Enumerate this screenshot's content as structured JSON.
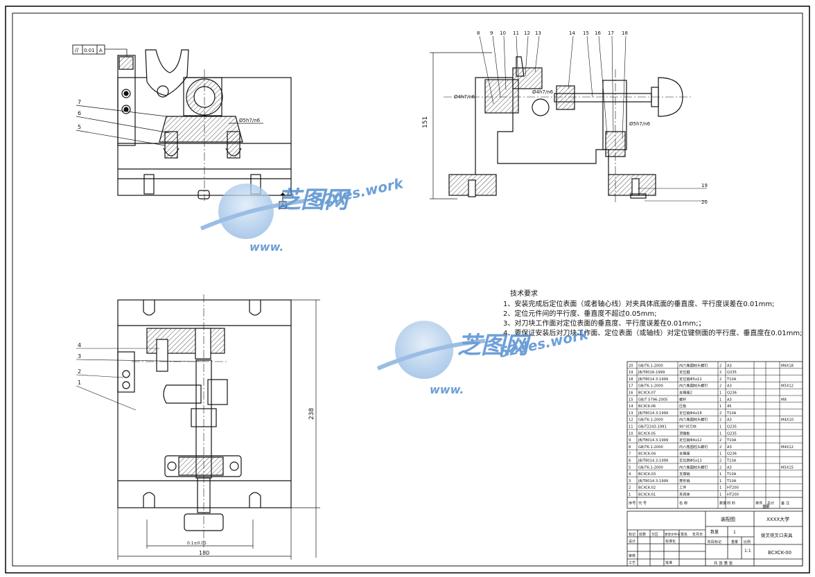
{
  "tolerance_frame": {
    "symbol": "//",
    "value": "0.01",
    "datum": "A"
  },
  "datum_label": "A",
  "dims": {
    "fit_a": "Ø5h7/n6",
    "fit_b": "Ø4h7/n6",
    "fit_c": "Ø4h7/n6",
    "fit_d": "Ø5h7/n6",
    "height": "151",
    "depth": "238",
    "width": "180",
    "slot": "0.1±0.05"
  },
  "callouts_top_view": [
    "7",
    "6",
    "5"
  ],
  "callouts_section": [
    "8",
    "9",
    "10",
    "11",
    "12",
    "13",
    "14",
    "15",
    "16",
    "17",
    "18",
    "19",
    "20"
  ],
  "callouts_plan": [
    "4",
    "3",
    "2",
    "1"
  ],
  "tech_requirements": {
    "title": "技术要求",
    "lines": [
      "1、安装完成后定位表面（或者轴心线）对夹具体底面的垂直度、平行度误差在0.01mm;",
      "2、定位元件间的平行度、垂直度不超过0.05mm;",
      "3、对刀块工作面对定位表面的垂直度、平行度误差在0.01mm;；",
      "4、要保证安装后对刀块工作面、定位表面（或轴线）对定位键侧面的平行度、垂直度在0.01mm;"
    ]
  },
  "watermark": {
    "brand": "芝图网",
    "url_top": "52des.work",
    "url_bottom": "www."
  },
  "bom": {
    "rows": [
      {
        "no": "20",
        "code": "GB/T6.1-2000",
        "name": "内六角圆柱头螺钉",
        "qty": "2",
        "mat": "A3",
        "note": "M6X18"
      },
      {
        "no": "19",
        "code": "JB/T8016-1999",
        "name": "定位键",
        "qty": "2",
        "mat": "Q235",
        "note": ""
      },
      {
        "no": "18",
        "code": "JB/T8014.3-1999",
        "name": "定位销Φ5x12",
        "qty": "2",
        "mat": "T10A",
        "note": ""
      },
      {
        "no": "17",
        "code": "GB/T6.1-2000",
        "name": "内六角圆柱头螺钉",
        "qty": "2",
        "mat": "A3",
        "note": "M5X12"
      },
      {
        "no": "16",
        "code": "BCXCK-07",
        "name": "支撑座2",
        "qty": "1",
        "mat": "Q236",
        "note": ""
      },
      {
        "no": "15",
        "code": "GB/T 5796-2005",
        "name": "螺杆",
        "qty": "1",
        "mat": "A3",
        "note": "M8"
      },
      {
        "no": "14",
        "code": "BCXCK-06",
        "name": "压板",
        "qty": "1",
        "mat": "45",
        "note": ""
      },
      {
        "no": "13",
        "code": "JB/T8014.3-1999",
        "name": "定位销Φ4x18",
        "qty": "2",
        "mat": "T10A",
        "note": ""
      },
      {
        "no": "12",
        "code": "GB/T6.1-2000",
        "name": "内六角圆柱头螺钉",
        "qty": "2",
        "mat": "A3",
        "note": "M4X10"
      },
      {
        "no": "11",
        "code": "GB/T2243-1991",
        "name": "90°对刀块",
        "qty": "1",
        "mat": "Q235",
        "note": ""
      },
      {
        "no": "10",
        "code": "BCXCK-05",
        "name": "顶锥板",
        "qty": "1",
        "mat": "Q235",
        "note": ""
      },
      {
        "no": "9",
        "code": "JB/T8014.3-1999",
        "name": "定位销Φ4x12",
        "qty": "2",
        "mat": "T10A",
        "note": ""
      },
      {
        "no": "8",
        "code": "GB/T6.1-2000",
        "name": "内六角圆柱头螺钉",
        "qty": "2",
        "mat": "A3",
        "note": "M4X12"
      },
      {
        "no": "7",
        "code": "BCXCK-04",
        "name": "支撑座",
        "qty": "1",
        "mat": "Q236",
        "note": ""
      },
      {
        "no": "6",
        "code": "JB/T8014.3-1999",
        "name": "定位销Φ5x13",
        "qty": "2",
        "mat": "T10A",
        "note": ""
      },
      {
        "no": "5",
        "code": "GB/T6.1-2000",
        "name": "内六角圆柱头螺钉",
        "qty": "2",
        "mat": "A3",
        "note": "M5X15"
      },
      {
        "no": "4",
        "code": "BCXCK-03",
        "name": "支撑销",
        "qty": "1",
        "mat": "T10A",
        "note": ""
      },
      {
        "no": "3",
        "code": "JB/T8014.3-1999",
        "name": "菱形销",
        "qty": "1",
        "mat": "T10A",
        "note": ""
      },
      {
        "no": "2",
        "code": "BCXCK-02",
        "name": "工件",
        "qty": "1",
        "mat": "HT200",
        "note": ""
      },
      {
        "no": "1",
        "code": "BCXCK-01",
        "name": "夹具体",
        "qty": "1",
        "mat": "HT200",
        "note": ""
      }
    ],
    "header": {
      "no": "序号",
      "code": "代 号",
      "name": "名 称",
      "qty": "数量",
      "mat": "材 料",
      "w1": "单件",
      "w2": "总计",
      "wt": "重量",
      "note": "备 注"
    }
  },
  "title_block": {
    "drawing_type": "装配图",
    "company": "XXXX大学",
    "part_name": "拨叉铣叉口夹具",
    "drawing_no": "BCXCK-00",
    "qty_label": "数量",
    "qty_value": "1",
    "scale_label": "比例",
    "scale_value": "1:1",
    "stage_label": "阶段标记",
    "weight_label": "重量",
    "sheet_label": "共 张 第 张",
    "rows": [
      "标记",
      "处数",
      "分区",
      "更改文件号",
      "签名",
      "年月日"
    ],
    "roles": [
      "设计",
      "",
      "审核",
      "工艺"
    ],
    "std_label": "标准化",
    "approve_label": "批准"
  }
}
